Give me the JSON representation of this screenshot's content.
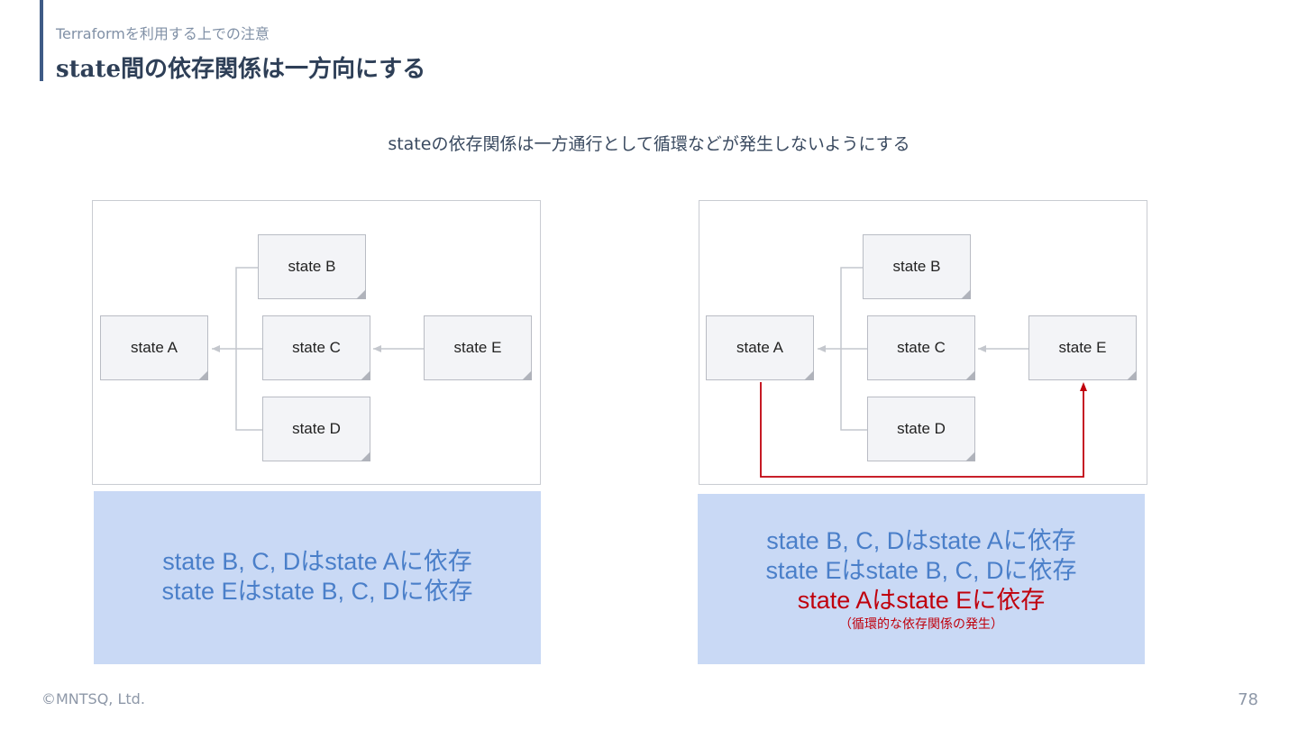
{
  "header": {
    "kicker": "Terraformを利用する上での注意",
    "title": "state間の依存関係は一方向にする"
  },
  "subtitle": "stateの依存関係は一方通行として循環などが発生しないようにする",
  "left_diagram": {
    "nodes": [
      "state A",
      "state B",
      "state C",
      "state D",
      "state E"
    ]
  },
  "right_diagram": {
    "nodes": [
      "state A",
      "state B",
      "state C",
      "state D",
      "state E"
    ]
  },
  "left_note": {
    "lines": [
      "state B, C, Dはstate Aに依存",
      "state Eはstate B, C, Dに依存"
    ]
  },
  "right_note": {
    "lines": [
      "state B, C, Dはstate Aに依存",
      "state Eはstate B, C, Dに依存"
    ],
    "highlight": "state Aはstate Eに依存",
    "caption": "（循環的な依存関係の発生）"
  },
  "colors": {
    "accent_bar": "#3f5b86",
    "note_bg": "#c9d9f5",
    "note_text": "#4a7fc9",
    "cycle_red": "#c0000c"
  },
  "footer": {
    "copyright": "©MNTSQ, Ltd.",
    "page": "78"
  }
}
